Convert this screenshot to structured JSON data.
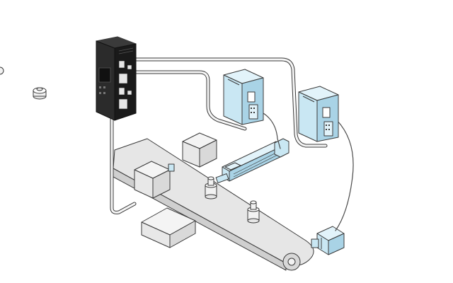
{
  "colors": {
    "background": "#ffffff",
    "outline": "#3a3a3a",
    "controller_body": "#2b2b2b",
    "controller_side": "#1a1a1a",
    "driver_front": "#c9e7f3",
    "driver_side": "#a9d3e6",
    "driver_top": "#e2f3fa",
    "conveyor_top": "#e6e6e6",
    "conveyor_side": "#cfcfcf",
    "box_face": "#e8e8e8",
    "cable_fill": "#f5f5f5"
  },
  "components": [
    {
      "id": "controller",
      "icon": "servo-controller-icon"
    },
    {
      "id": "driver_left",
      "icon": "motor-driver-icon"
    },
    {
      "id": "driver_right",
      "icon": "motor-driver-icon"
    },
    {
      "id": "linear_actuator",
      "icon": "linear-actuator-icon"
    },
    {
      "id": "conveyor",
      "icon": "conveyor-belt-icon"
    },
    {
      "id": "conveyor_motor",
      "icon": "stepper-motor-icon"
    },
    {
      "id": "workpieces",
      "icon": "package-box-icon"
    }
  ]
}
